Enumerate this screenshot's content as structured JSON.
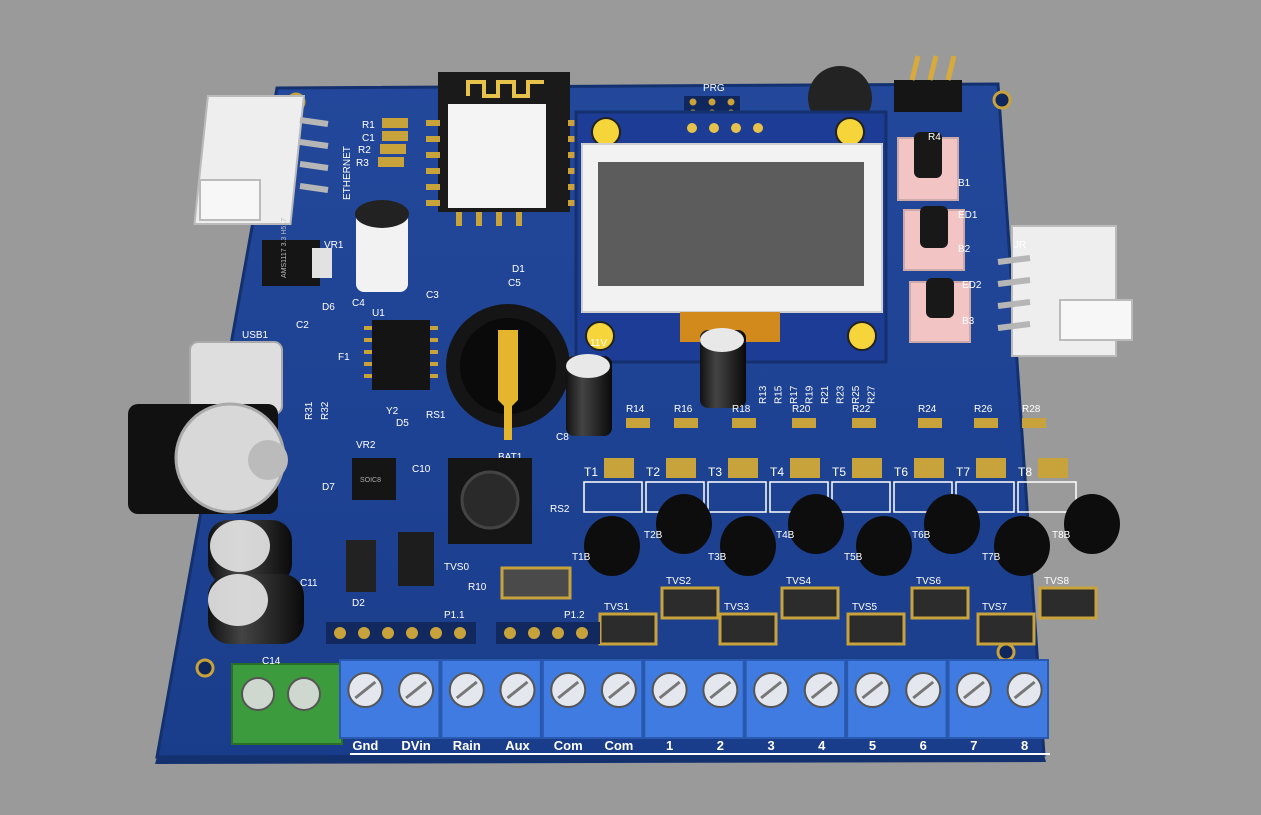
{
  "board": {
    "colors": {
      "background": "#9a9a9a",
      "pcb": "#1b3f8f",
      "pcb_edge": "#13306f",
      "silkscreen": "#ffffff",
      "terminal_blue": "#3f7be0",
      "terminal_green": "#3c9b3c",
      "pad_gold": "#c8a23a",
      "lcd_frame": "#f2f2f2",
      "lcd_glass": "#5c5c5c"
    },
    "labels": {
      "prg": "PRG",
      "ethernet": "ETHERNET",
      "usb1": "USB1",
      "vr1": "VR1",
      "vr2": "VR2",
      "u1": "U1",
      "bat1": "BAT1",
      "rs1": "RS1",
      "rs2": "RS2",
      "tvs0": "TVS0",
      "r10": "R10",
      "c2": "C2",
      "c3": "C3",
      "c4": "C4",
      "c5": "C5",
      "c8": "C8",
      "c10": "C10",
      "c11": "C11",
      "c14": "C14",
      "d1": "D1",
      "d2": "D2",
      "d5": "D5",
      "d6": "D6",
      "d7": "D7",
      "f1": "F1",
      "y2": "Y2",
      "r1": "R1",
      "c1": "C1",
      "r2": "R2",
      "r3": "R3",
      "r31": "R31",
      "r32": "R32",
      "r4": "R4",
      "b1": "B1",
      "b2": "B2",
      "b3": "B3",
      "led1": "ED1",
      "led2": "ED2",
      "jr": "JR",
      "p11": "P1.1",
      "p12": "P1.2",
      "lcd_v": "11V",
      "vr1_chip": "AMS1117 3.3 H517",
      "vr2_chip": "SOIC8"
    },
    "resistors_top": [
      "R13",
      "R15",
      "R17",
      "R19",
      "R21",
      "R23",
      "R25",
      "R27"
    ],
    "resistors_row": [
      "R14",
      "R16",
      "R18",
      "R20",
      "R22",
      "R24",
      "R26",
      "R28"
    ],
    "transistors": [
      "T1",
      "T2",
      "T3",
      "T4",
      "T5",
      "T6",
      "T7",
      "T8"
    ],
    "transistor_b": [
      "T1B",
      "T2B",
      "T3B",
      "T4B",
      "T5B",
      "T6B",
      "T7B",
      "T8B"
    ],
    "tvs": [
      "TVS1",
      "TVS2",
      "TVS3",
      "TVS4",
      "TVS5",
      "TVS6",
      "TVS7",
      "TVS8"
    ],
    "terminals": [
      "Gnd",
      "DVin",
      "Rain",
      "Aux",
      "Com",
      "Com",
      "1",
      "2",
      "3",
      "4",
      "5",
      "6",
      "7",
      "8"
    ]
  }
}
